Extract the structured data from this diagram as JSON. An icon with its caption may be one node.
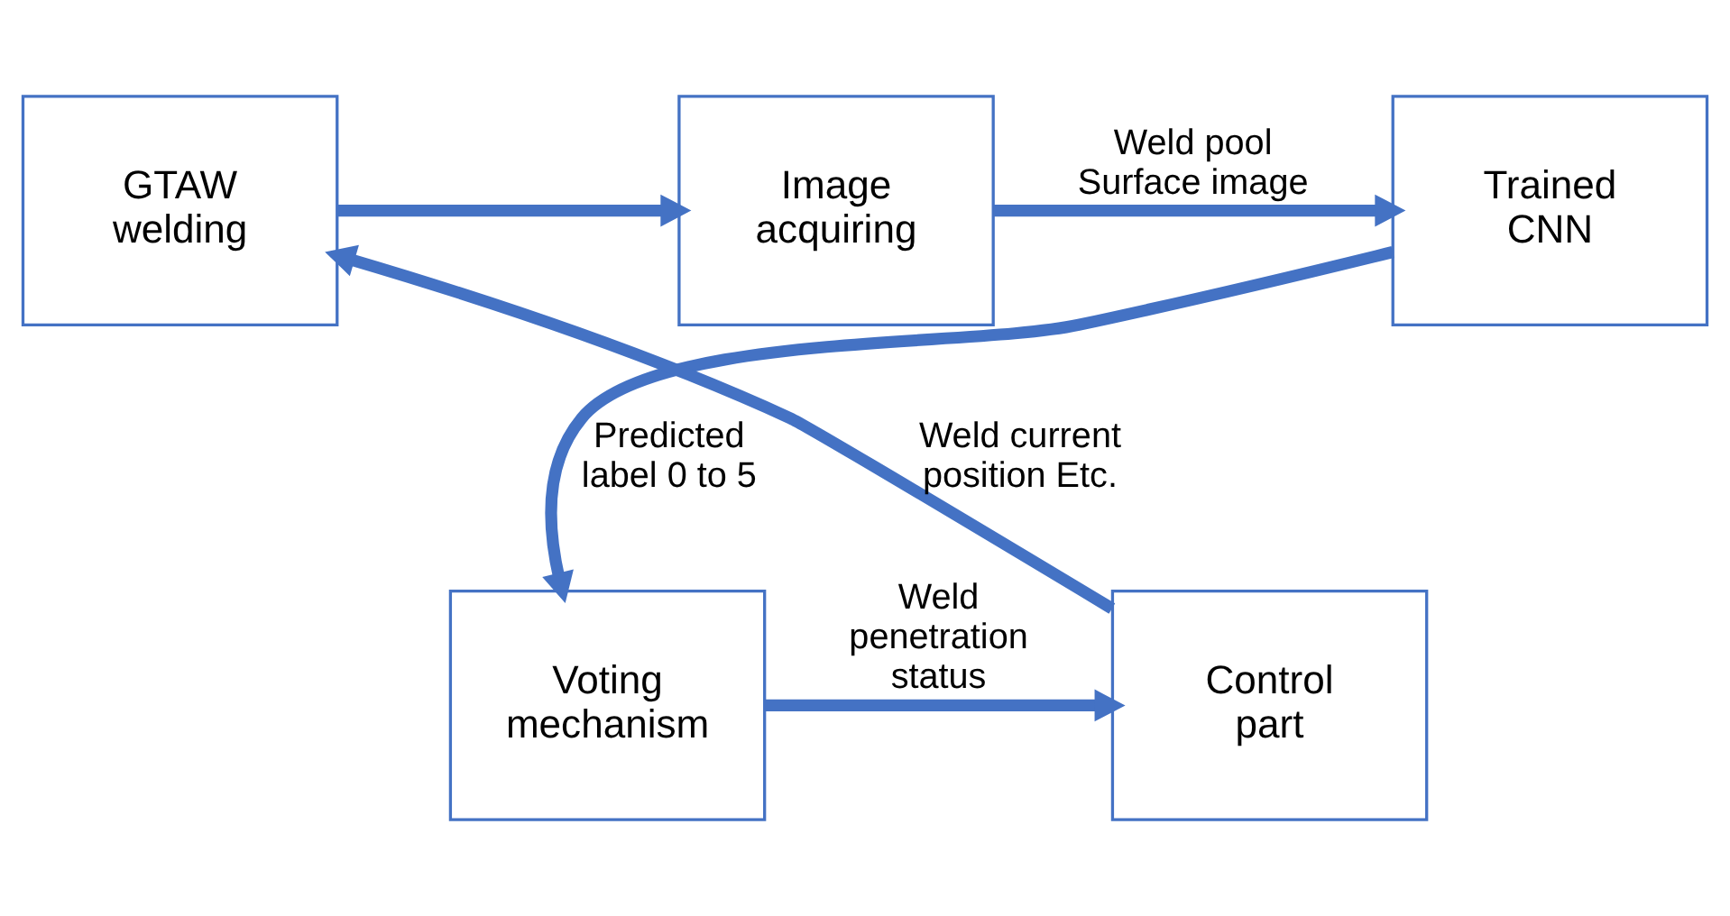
{
  "diagram": {
    "nodes": [
      {
        "text": [
          "GTAW welding"
        ]
      },
      {
        "text": [
          "Image acquiring"
        ]
      },
      {
        "text": [
          "Trained CNN"
        ]
      },
      {
        "text": [
          "Voting mechanism"
        ]
      },
      {
        "text": [
          "Control part"
        ]
      }
    ],
    "edges": [
      {
        "from": 0,
        "to": 1,
        "arrow": "to"
      },
      {
        "from": 1,
        "to": 2,
        "arrow": "to",
        "label": "Weld pool Surface image"
      },
      {
        "from": 2,
        "to": 3,
        "arrow": "to",
        "label": "Predicted label 0 to 5"
      },
      {
        "from": 3,
        "to": 4,
        "arrow": "to",
        "label": "Weld penetration status"
      },
      {
        "from": 4,
        "to": 0,
        "arrow": "to",
        "label": "Weld current position Etc."
      }
    ]
  }
}
